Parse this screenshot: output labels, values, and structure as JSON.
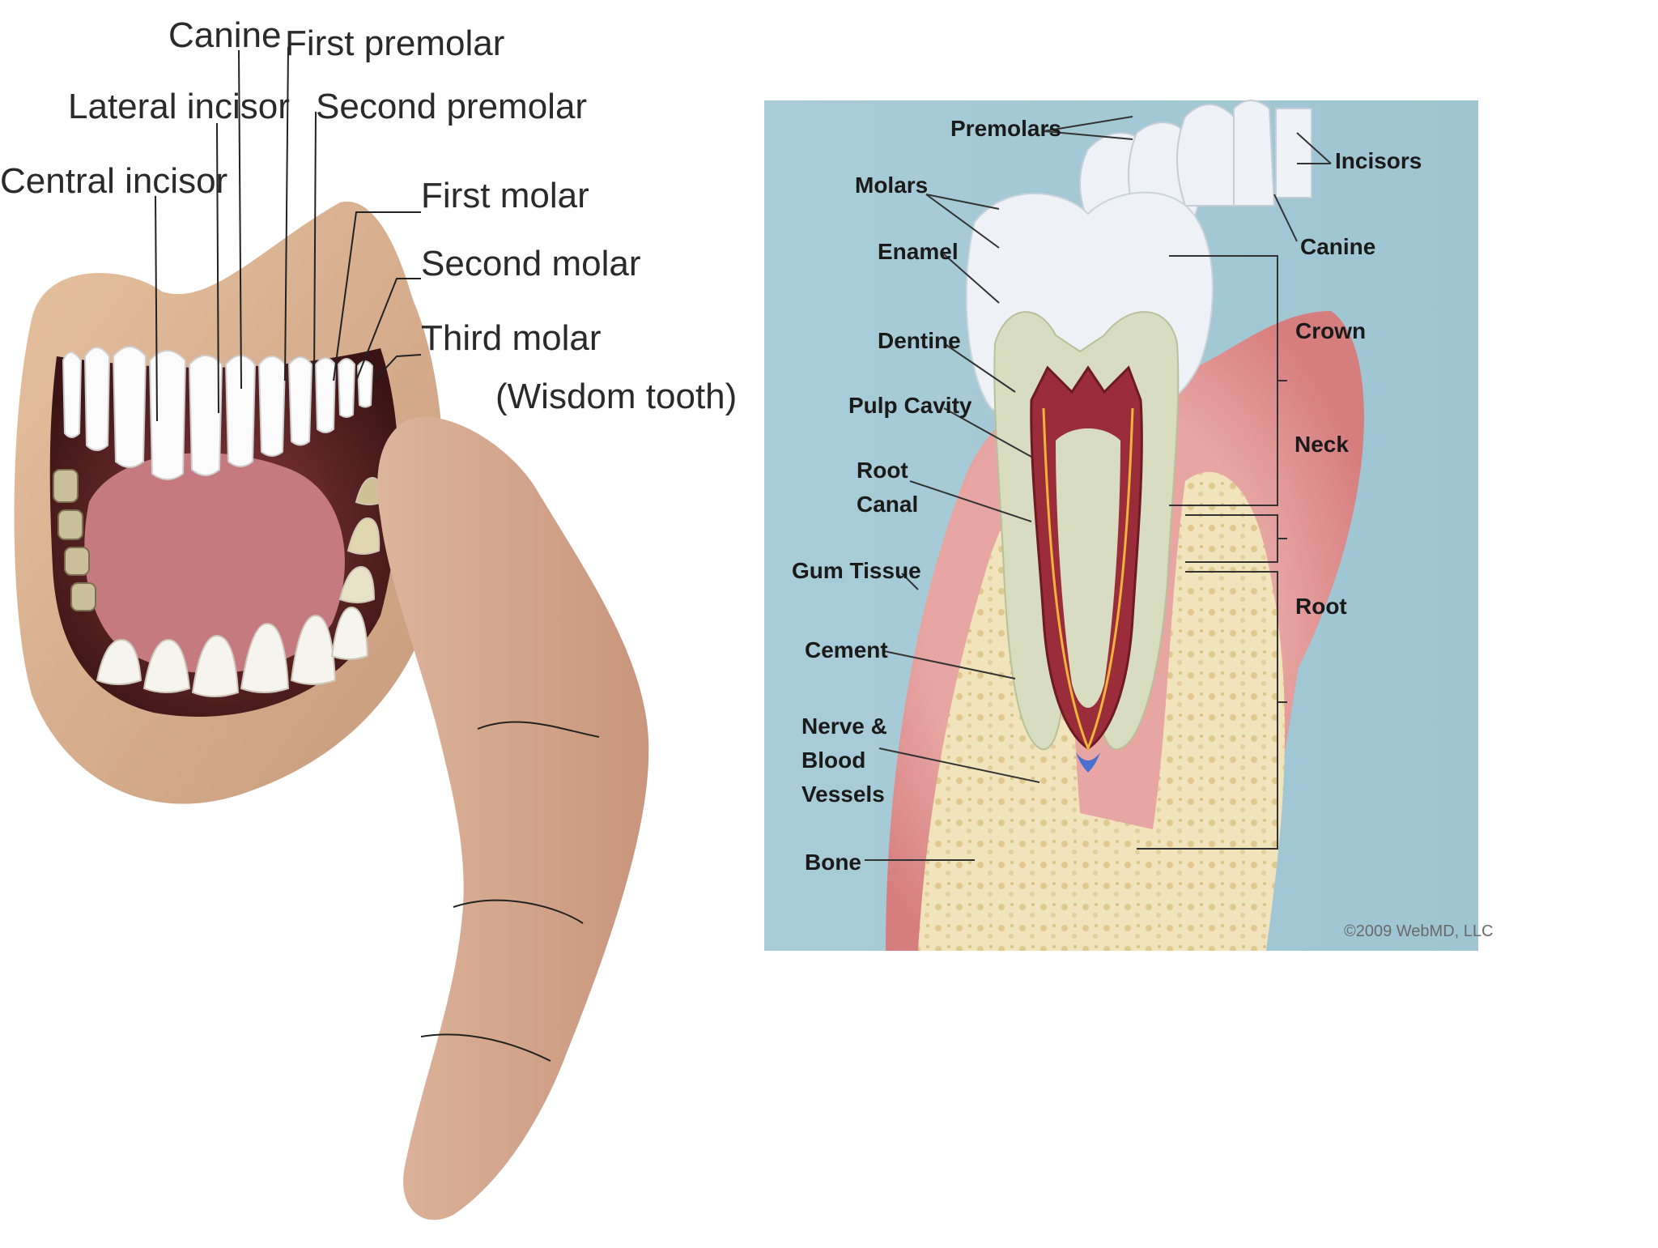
{
  "mouth_diagram": {
    "labels": {
      "canine": "Canine",
      "first_premolar": "First premolar",
      "lateral_incisor": "Lateral incisor",
      "second_premolar": "Second premolar",
      "central_incisor": "Central incisor",
      "first_molar": "First molar",
      "second_molar": "Second molar",
      "third_molar": "Third molar",
      "wisdom_tooth": "(Wisdom tooth)"
    }
  },
  "tooth_diagram": {
    "labels": {
      "premolars": "Premolars",
      "incisors": "Incisors",
      "molars": "Molars",
      "canine": "Canine",
      "enamel": "Enamel",
      "crown": "Crown",
      "dentine": "Dentine",
      "pulp_cavity": "Pulp Cavity",
      "neck": "Neck",
      "root_canal_line1": "Root",
      "root_canal_line2": "Canal",
      "gum_tissue": "Gum Tissue",
      "root": "Root",
      "cement": "Cement",
      "nerve_line1": "Nerve &",
      "nerve_line2": "Blood",
      "nerve_line3": "Vessels",
      "bone": "Bone"
    },
    "copyright": "©2009 WebMD, LLC",
    "colors": {
      "background": "#a9cdd9",
      "enamel": "#eef2f6",
      "dentine": "#d6dcc4",
      "pulp": "#9b2d3a",
      "gum": "#e8a0a0",
      "bone": "#efe2b8"
    }
  }
}
